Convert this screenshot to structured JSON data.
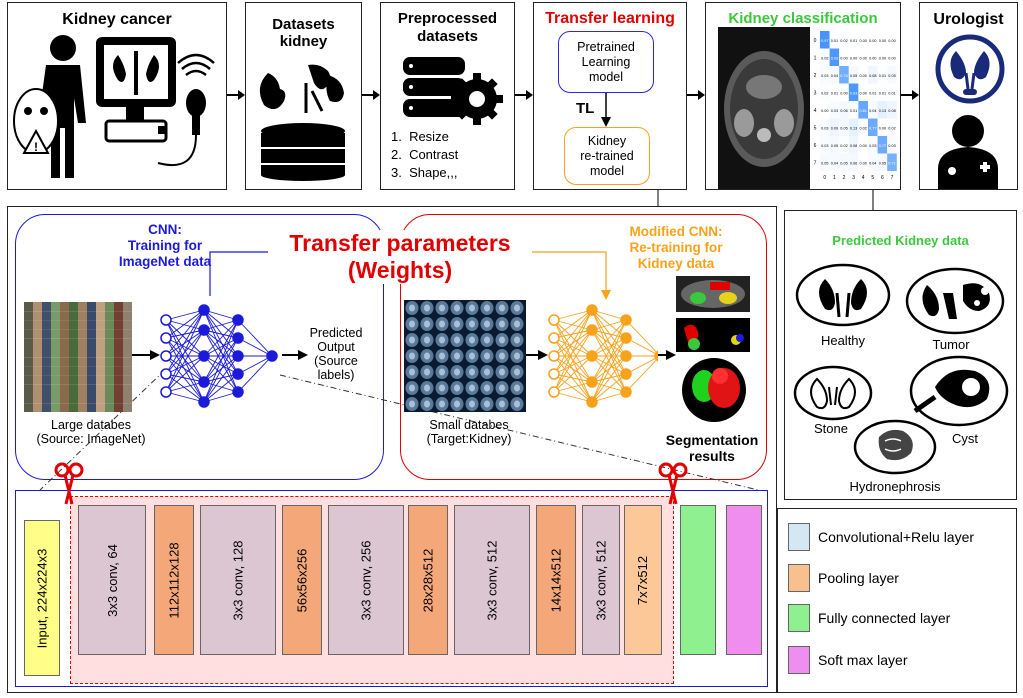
{
  "top": {
    "kidney_cancer": "Kidney cancer",
    "datasets_kidney_1": "Datasets",
    "datasets_kidney_2": "kidney",
    "preprocessed_1": "Preprocessed",
    "preprocessed_2": "datasets",
    "prep_steps": [
      "1.  Resize",
      "2.  Contrast",
      "3.  Shape,,,"
    ],
    "transfer_learning": "Transfer learning",
    "pretrained_1": "Pretrained",
    "pretrained_2": "Learning",
    "pretrained_3": "model",
    "tl": "TL",
    "retrained_1": "Kidney",
    "retrained_2": "re-trained",
    "retrained_3": "model",
    "kidney_classification": "Kidney classification",
    "urologist": "Urologist"
  },
  "matrix": {
    "rows": [
      [
        "0.97",
        "0.01",
        "0.02",
        "0.01",
        "0.00",
        "0.00",
        "0.00",
        "0.00"
      ],
      [
        "0.02",
        "0.93",
        "0.00",
        "0.00",
        "0.00",
        "0.00",
        "0.00",
        "0.00"
      ],
      [
        "0.03",
        "0.04",
        "0.74",
        "0.05",
        "0.00",
        "0.08",
        "0.01",
        "0.05"
      ],
      [
        "0.02",
        "0.01",
        "0.00",
        "0.93",
        "0.00",
        "0.01",
        "0.01",
        "0.01"
      ],
      [
        "0.00",
        "0.03",
        "0.06",
        "0.01",
        "0.81",
        "0.04",
        "0.13",
        "0.08"
      ],
      [
        "0.03",
        "0.09",
        "0.05",
        "0.13",
        "0.02",
        "0.77",
        "0.00",
        "0.02"
      ],
      [
        "0.03",
        "0.05",
        "0.02",
        "0.08",
        "0.00",
        "0.03",
        "0.77",
        "0.03"
      ],
      [
        "0.05",
        "0.04",
        "0.05",
        "0.06",
        "0.00",
        "0.04",
        "0.05",
        "0.71"
      ]
    ],
    "labels": [
      "0",
      "1",
      "2",
      "3",
      "4",
      "5",
      "6",
      "7"
    ]
  },
  "middle": {
    "cnn_1": "CNN:",
    "cnn_2": "Training for",
    "cnn_3": "ImageNet data",
    "transfer_1": "Transfer parameters",
    "transfer_2": "(Weights)",
    "mod_1": "Modified CNN:",
    "mod_2": "Re-training for",
    "mod_3": "Kidney data",
    "predicted_1": "Predicted",
    "predicted_2": "Output",
    "predicted_3": "(Source",
    "predicted_4": "labels)",
    "large_1": "Large databes",
    "large_2": "(Source: ImageNet)",
    "small_1": "Small databes",
    "small_2": "(Target:Kidney)",
    "seg_1": "Segmentation",
    "seg_2": "results"
  },
  "predicted_kidney": {
    "title": "Predicted Kidney data",
    "healthy": "Healthy",
    "tumor": "Tumor",
    "stone": "Stone",
    "cyst": "Cyst",
    "hydro": "Hydronephrosis"
  },
  "layers": [
    {
      "label": "Input, 224x224x3",
      "color": "#ffff88"
    },
    {
      "label": "3x3 conv, 64",
      "color": "#dcc6d2"
    },
    {
      "label": "112x112x128",
      "color": "#f4a87a"
    },
    {
      "label": "3x3 conv, 128",
      "color": "#dcc6d2"
    },
    {
      "label": "56x56x256",
      "color": "#f4a87a"
    },
    {
      "label": "3x3 conv, 256",
      "color": "#dcc6d2"
    },
    {
      "label": "28x28x512",
      "color": "#f4a87a"
    },
    {
      "label": "3x3 conv, 512",
      "color": "#dcc6d2"
    },
    {
      "label": "14x14x512",
      "color": "#f4a87a"
    },
    {
      "label": "3x3 conv, 512",
      "color": "#dcc6d2"
    },
    {
      "label": "7x7x512",
      "color": "#fcc898"
    },
    {
      "label": "",
      "color": "#8ef08e"
    },
    {
      "label": "",
      "color": "#f08ef0"
    }
  ],
  "legend": [
    {
      "label": "Convolutional+Relu layer",
      "color": "#d4e8f4"
    },
    {
      "label": "Pooling layer",
      "color": "#f8c08e"
    },
    {
      "label": "Fully connected layer",
      "color": "#8ef08e"
    },
    {
      "label": "Soft max layer",
      "color": "#f08ef0"
    }
  ],
  "colors": {
    "red": "#e00000",
    "blue": "#1a1ad8",
    "orange": "#f7a21b",
    "green": "#3cc83c"
  }
}
